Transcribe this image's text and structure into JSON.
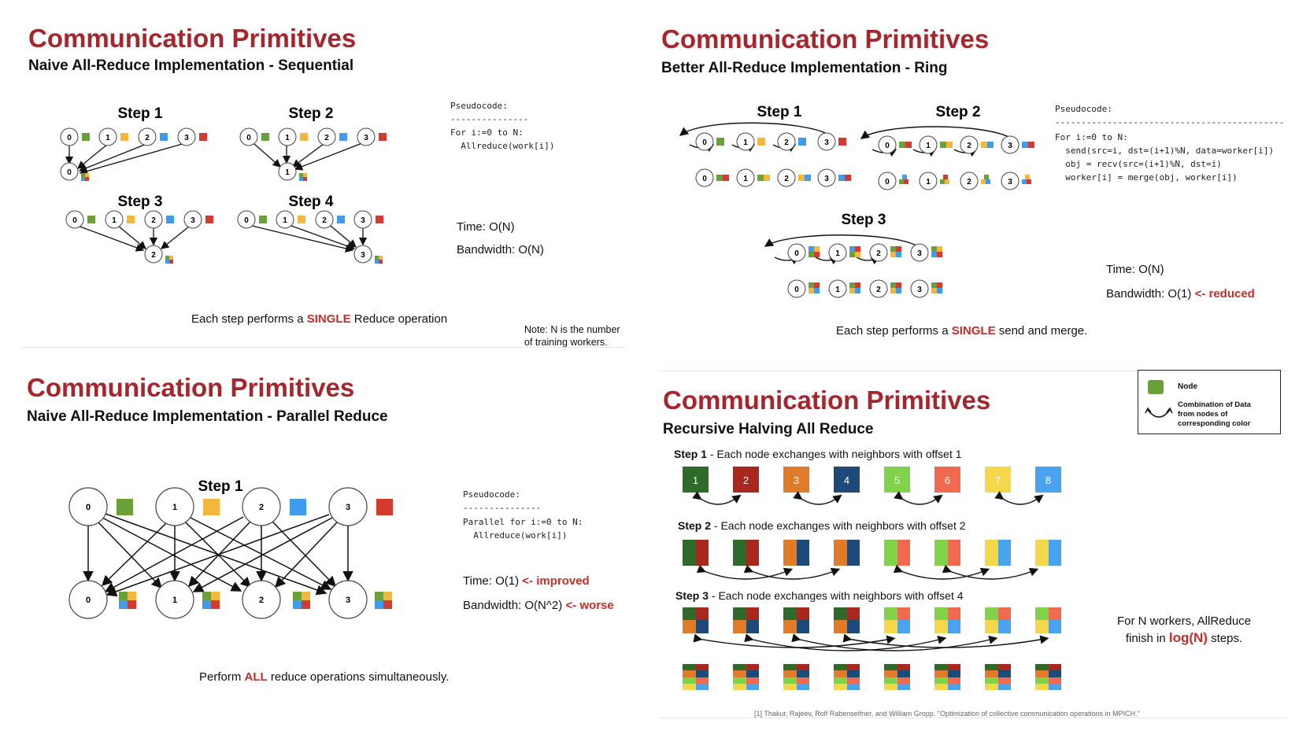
{
  "colors": {
    "green": "#6aa03a",
    "yellow": "#f4b63c",
    "blue": "#3f9ceb",
    "red": "#d33b2f",
    "title": "#a6262d",
    "accent": "#c0302a"
  },
  "panel_sequential": {
    "title": "Communication Primitives",
    "subtitle": "Naive All-Reduce Implementation - Sequential",
    "steps": [
      "Step 1",
      "Step 2",
      "Step 3",
      "Step 4"
    ],
    "pseudocode_label": "Pseudocode:",
    "pseudocode_rule": "---------------",
    "pseudocode": "For i:=0 to N:\n  Allreduce(work[i])",
    "time": "Time: O(N)",
    "bandwidth": "Bandwidth: O(N)",
    "caption_pre": "Each step performs a ",
    "caption_em": "SINGLE",
    "caption_post": " Reduce operation",
    "note": "Note: N is the number\nof training workers."
  },
  "panel_ring": {
    "title": "Communication Primitives",
    "subtitle": "Better All-Reduce Implementation - Ring",
    "steps": [
      "Step 1",
      "Step 2",
      "Step 3"
    ],
    "pseudocode_label": "Pseudocode:",
    "pseudocode_rule": "--------------------------------------------",
    "pseudocode": "For i:=0 to N:\n  send(src=i, dst=(i+1)%N, data=worker[i])\n  obj = recv(src=(i+1)%N, dst=i)\n  worker[i] = merge(obj, worker[i])",
    "time": "Time: O(N)",
    "bandwidth_pre": "Bandwidth: O(1) ",
    "bandwidth_em": "<- reduced",
    "caption_pre": "Each step performs a ",
    "caption_em": "SINGLE",
    "caption_post": " send and merge."
  },
  "panel_parallel": {
    "title": "Communication Primitives",
    "subtitle": "Naive All-Reduce Implementation - Parallel Reduce",
    "step": "Step 1",
    "pseudocode_label": "Pseudocode:",
    "pseudocode_rule": "---------------",
    "pseudocode": "Parallel for i:=0 to N:\n  Allreduce(work[i])",
    "time_pre": "Time: O(1) ",
    "time_em": "<- improved",
    "bandwidth_pre": "Bandwidth: O(N^2) ",
    "bandwidth_em": "<- worse",
    "caption_pre": "Perform ",
    "caption_em": "ALL",
    "caption_post": " reduce operations simultaneously."
  },
  "panel_halving": {
    "title": "Communication Primitives",
    "subtitle": "Recursive Halving All Reduce",
    "legend_node": "Node",
    "legend_combo": "Combination of Data\nfrom nodes of\ncorresponding color",
    "step1_label": "Step 1",
    "step1_text": " - Each node exchanges with neighbors with offset 1",
    "step2_label": "Step 2",
    "step2_text": " - Each node exchanges with neighbors with offset 2",
    "step3_label": "Step 3",
    "step3_text": " - Each node exchanges with neighbors with offset 4",
    "nodes": [
      "1",
      "2",
      "3",
      "4",
      "5",
      "6",
      "7",
      "8"
    ],
    "node_colors": [
      "#2e6b2a",
      "#a8281f",
      "#e07b2a",
      "#1e4a7a",
      "#7fd24a",
      "#ef6a4e",
      "#f5d84a",
      "#4aa3f0"
    ],
    "summary_pre": "For N workers, AllReduce\nfinish in ",
    "summary_em": "log(N)",
    "summary_post": " steps.",
    "reference": "[1] Thakur, Rajeev, Rolf Rabenseifner, and William Gropp. \"Optimization of collective communication operations in MPICH.\""
  }
}
